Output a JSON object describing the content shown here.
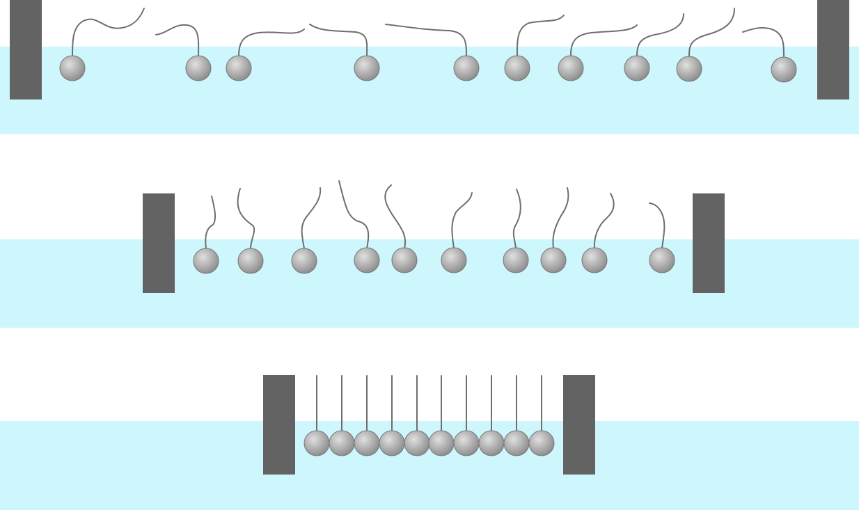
{
  "colors": {
    "background": "#ffffff",
    "water": "#cdf7fd",
    "barrier": "#636363",
    "tail": "#6e6e6e",
    "head_light": "#e0e0e0",
    "head_dark": "#8a8a8a",
    "head_edge": "#777777"
  },
  "panels": [
    {
      "name": "stage-expanded",
      "molecule_count": 10,
      "tail_state": "lying flat"
    },
    {
      "name": "stage-compressed",
      "molecule_count": 10,
      "tail_state": "tilted"
    },
    {
      "name": "stage-packed",
      "molecule_count": 10,
      "tail_state": "upright"
    }
  ]
}
